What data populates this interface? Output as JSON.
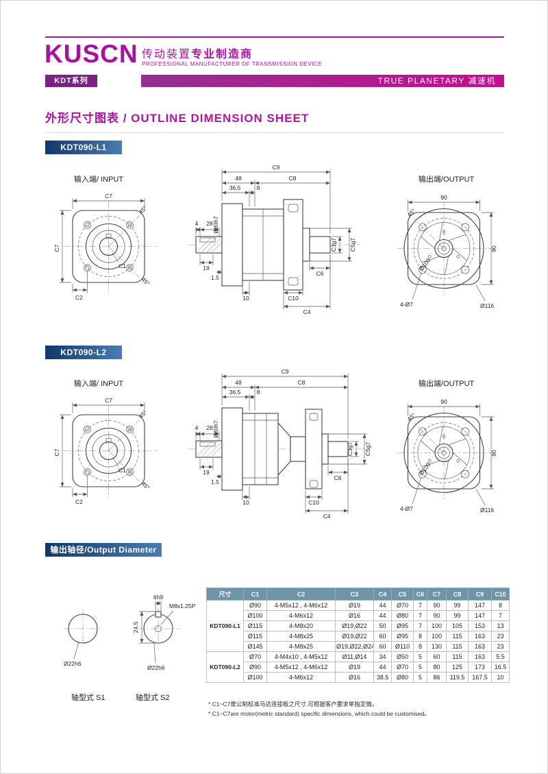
{
  "header": {
    "logo": "KUSCN",
    "tagline_cn_1": "传动装置",
    "tagline_cn_2": "专业制造商",
    "tagline_en": "PROFESSIONAL MANUFACTURER OF TRANSMISSION DEVICE",
    "series_badge": "KDT系列",
    "banner": "TRUE  PLANETARY 减速机"
  },
  "page_title": "外形尺寸图表 / OUTLINE DIMENSION SHEET",
  "sections": {
    "l1_badge": "KDT090-L1",
    "l2_badge": "KDT090-L2",
    "shaft_badge": "输出轴径/Output Diameter",
    "input_label": "输入端/ INPUT",
    "output_label": "输出端/OUTPUT",
    "s1_label": "轴型式  S1",
    "s2_label": "轴型式  S2"
  },
  "dims": {
    "input": {
      "c7_top": "C7",
      "c7_left": "C7",
      "c1": "C1",
      "c2": "C2",
      "a45_1": "45°",
      "a45_2": "45°"
    },
    "side": {
      "c9": "C9",
      "c8": "C8",
      "d48": "48",
      "d36_5": "36.5",
      "d8": "8",
      "d4": "4",
      "d28": "28",
      "d19": "19",
      "d1_5": "1.5",
      "d80": "Ø80h7",
      "c3": "C3g7",
      "c5": "C5g7",
      "c6": "C6",
      "c10": "C10",
      "c4": "C4",
      "d10": "10"
    },
    "output": {
      "w90": "90",
      "h90": "90",
      "d100": "Ø100",
      "d116": "Ø116",
      "holes": "4-Ø7",
      "a45": "45°"
    },
    "s1": {
      "d": "Ø22h6"
    },
    "s2": {
      "d": "Ø22h6",
      "key": "6h9",
      "depth": "24.5",
      "thread": "M8x1.25P"
    }
  },
  "table": {
    "headers": [
      "尺寸",
      "C1",
      "C2",
      "C3",
      "C4",
      "C5",
      "C6",
      "C7",
      "C8",
      "C9",
      "C10"
    ],
    "groups": [
      {
        "name": "KDT090-L1",
        "rows": [
          [
            "Ø90",
            "4-M5x12 , 4-M6x12",
            "Ø19",
            "44",
            "Ø70",
            "7",
            "90",
            "99",
            "147",
            "8"
          ],
          [
            "Ø100",
            "4-M6x12",
            "Ø16",
            "44",
            "Ø80",
            "7",
            "90",
            "99",
            "147",
            "7"
          ],
          [
            "Ø115",
            "4-M8x20",
            "Ø19,Ø22",
            "50",
            "Ø95",
            "7",
            "100",
            "105",
            "153",
            "13"
          ],
          [
            "Ø115",
            "4-M8x25",
            "Ø19,Ø22",
            "60",
            "Ø95",
            "8",
            "100",
            "115",
            "163",
            "23"
          ],
          [
            "Ø145",
            "4-M8x25",
            "Ø19,Ø22,Ø24",
            "60",
            "Ø110",
            "8",
            "130",
            "115",
            "163",
            "23"
          ]
        ]
      },
      {
        "name": "KDT090-L2",
        "rows": [
          [
            "Ø70",
            "4-M4x10 , 4-M5x12",
            "Ø11,Ø14",
            "34",
            "Ø50",
            "5",
            "60",
            "115",
            "163",
            "5.5"
          ],
          [
            "Ø90",
            "4-M5x12 , 4-M6x12",
            "Ø19",
            "44",
            "Ø70",
            "5",
            "80",
            "125",
            "173",
            "16.5"
          ],
          [
            "Ø100",
            "4-M6x12",
            "Ø16",
            "38.5",
            "Ø80",
            "5",
            "86",
            "119.5",
            "167.5",
            "10"
          ]
        ]
      }
    ],
    "notes": [
      "* C1~C7是公制标准马达连接板之尺寸,可根据客户要求单独定做。",
      "* C1~C7are motor(metric standard)  specific dimensions, which could be customised。"
    ]
  },
  "colors": {
    "brand_magenta": "#b013a5",
    "series_box": "#7c2183",
    "banner_gradient": [
      "#93308f",
      "#c60d8f"
    ],
    "model_badge_gradient": [
      "#10386a",
      "#4a7cb1"
    ],
    "table_header": "#6e94aa"
  }
}
